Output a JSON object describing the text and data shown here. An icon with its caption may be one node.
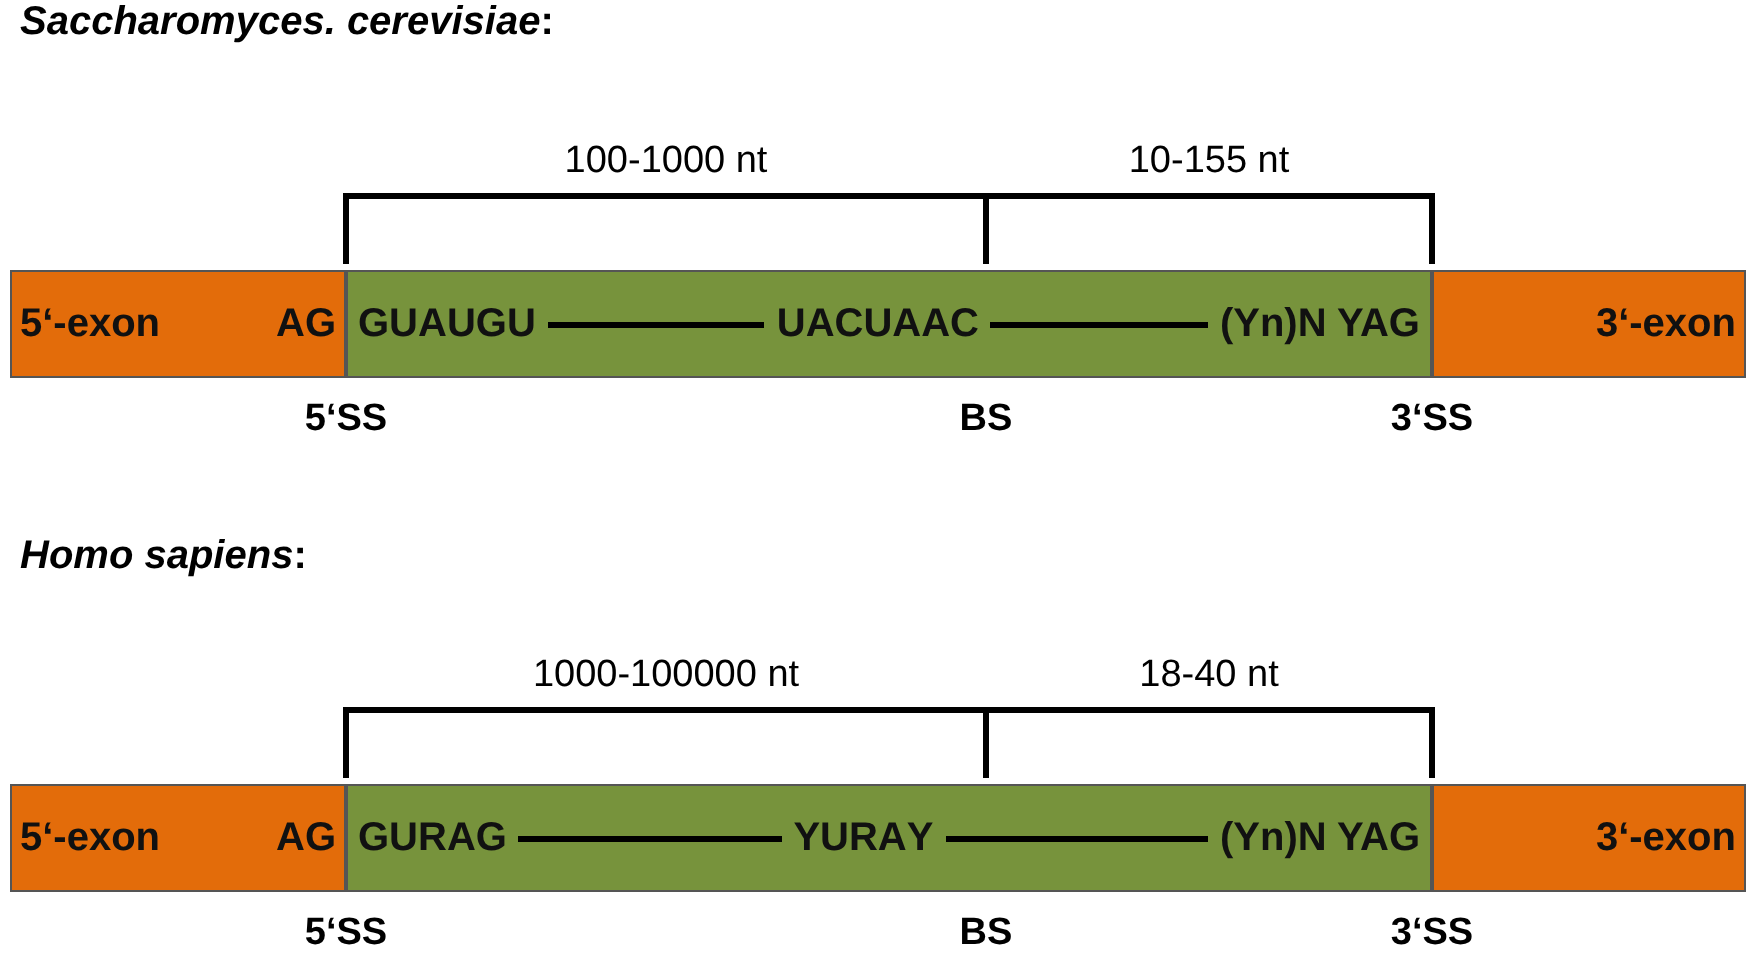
{
  "diagram": {
    "nodes": [
      {
        "text": [
          "5‘-exon",
          "AG"
        ]
      },
      {
        "text": [
          "GUAUGU",
          "UACUAAC",
          "(Yn)N YAG"
        ]
      },
      {
        "text": [
          "3‘-exon"
        ]
      },
      {
        "text": [
          "5‘-exon",
          "AG"
        ]
      },
      {
        "text": [
          "**GU**RAG",
          "Y**URA**Y",
          "(Yn)N YAG"
        ]
      },
      {
        "text": [
          "3‘-exon"
        ]
      }
    ],
    "edges": [],
    "labels": [
      "*Saccharomyces. cerevisiae*:",
      "100-1000 nt",
      "10-155 nt",
      "5‘SS",
      "BS",
      "3‘SS",
      "*Homo sapiens*:",
      "1000-100000 nt",
      "18-40 nt",
      "5‘SS",
      "BS",
      "3‘SS"
    ]
  }
}
